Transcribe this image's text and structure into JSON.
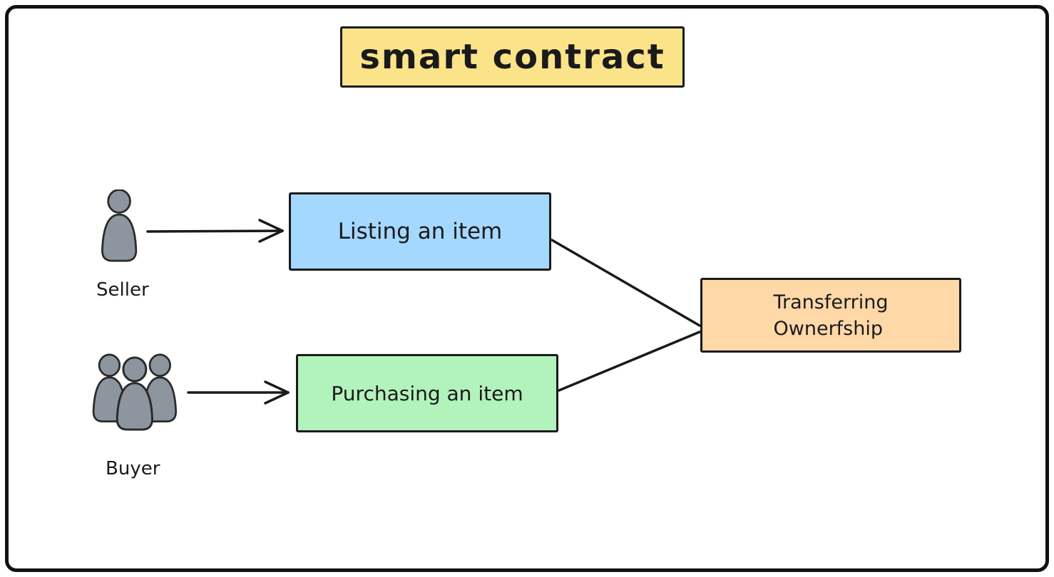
{
  "diagram": {
    "title": "smart contract",
    "nodes": {
      "listing": {
        "label": "Listing an item"
      },
      "purchasing": {
        "label": "Purchasing an item"
      },
      "transferring": {
        "line1": "Transferring",
        "line2": "Ownerfship"
      }
    },
    "actors": {
      "seller": {
        "label": "Seller"
      },
      "buyer": {
        "label": "Buyer"
      }
    },
    "colors": {
      "title_bg": "#fbe38a",
      "listing_bg": "#a5d8ff",
      "purchasing_bg": "#b2f2bb",
      "transferring_bg": "#ffd8a8",
      "stroke": "#1a1a1a",
      "actor_fill": "#8d959e"
    }
  }
}
